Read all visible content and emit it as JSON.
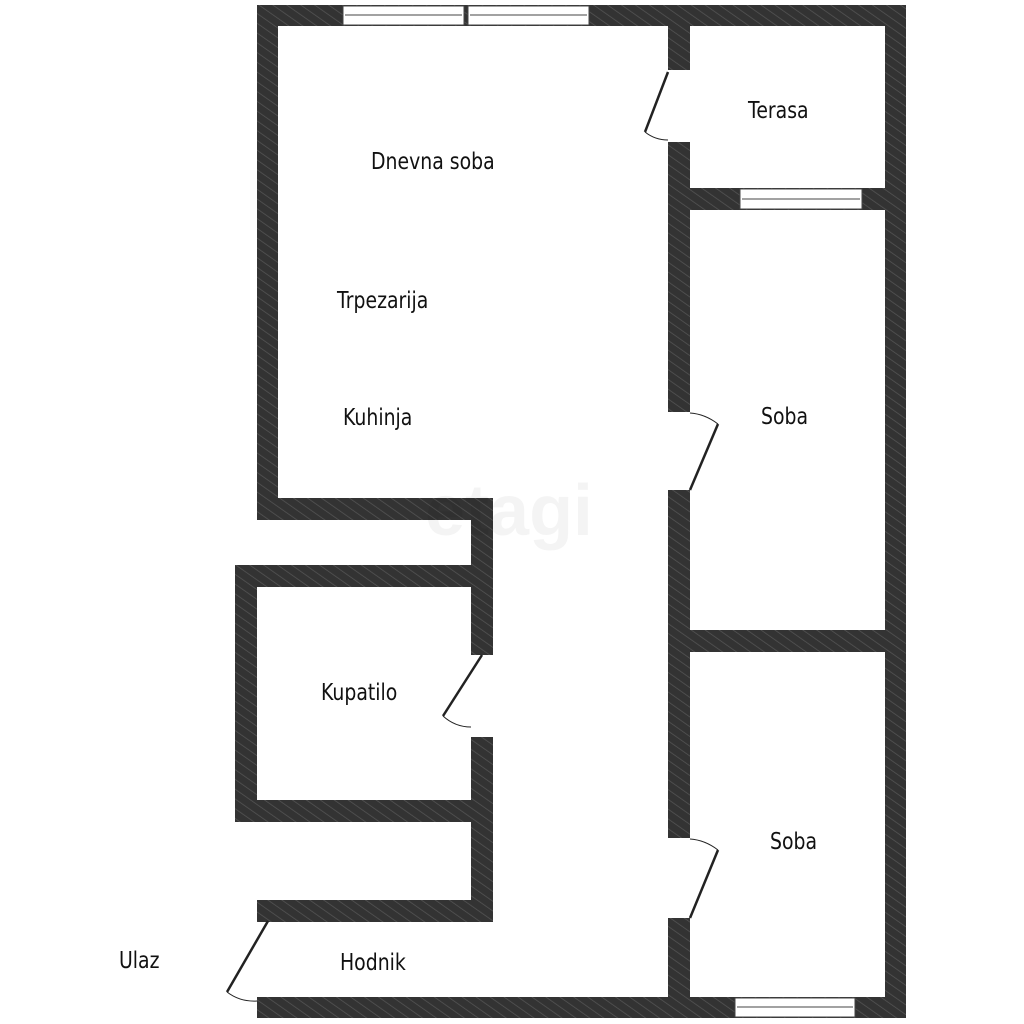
{
  "plan": {
    "rooms": [
      {
        "id": "dnevna",
        "label": "Dnevna soba"
      },
      {
        "id": "trpezarija",
        "label": "Trpezarija"
      },
      {
        "id": "kuhinja",
        "label": "Kuhinja"
      },
      {
        "id": "terasa",
        "label": "Terasa"
      },
      {
        "id": "soba1",
        "label": "Soba"
      },
      {
        "id": "soba2",
        "label": "Soba"
      },
      {
        "id": "kupatilo",
        "label": "Kupatilo"
      },
      {
        "id": "hodnik",
        "label": "Hodnik"
      },
      {
        "id": "ulaz",
        "label": "Ulaz"
      }
    ],
    "watermark": "etagi",
    "colors": {
      "wall": "#333333",
      "hatch": "#5a5a5a",
      "background": "#ffffff"
    }
  }
}
